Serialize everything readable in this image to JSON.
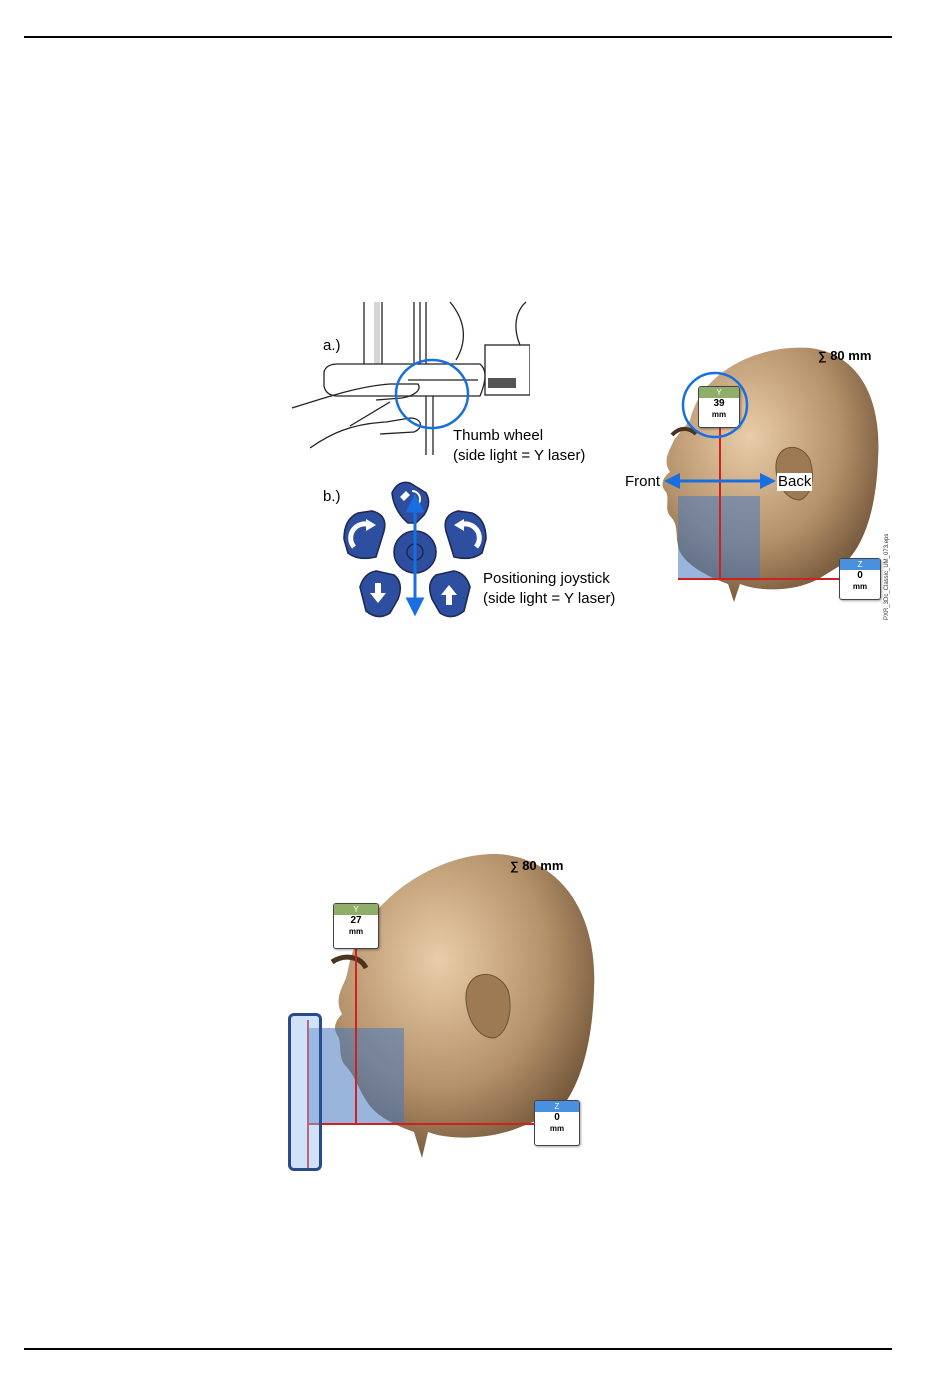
{
  "figure1": {
    "label_a": "a.)",
    "label_b": "b.)",
    "thumb_wheel": [
      "Thumb wheel",
      "(side light = Y laser)"
    ],
    "joystick": [
      "Positioning joystick",
      "(side light = Y laser)"
    ],
    "front": "Front",
    "back": "Back",
    "layer": "80 mm",
    "y_box": {
      "header": "Y",
      "value": "39",
      "unit": "mm"
    },
    "z_box": {
      "header": "Z",
      "value": "0",
      "unit": "mm"
    },
    "file_ref": "PXR_3Dc_Classic_UM_073.eps"
  },
  "figure2": {
    "layer": "80 mm",
    "y_box": {
      "header": "Y",
      "value": "27",
      "unit": "mm"
    },
    "z_box": {
      "header": "Z",
      "value": "0",
      "unit": "mm"
    }
  },
  "colors": {
    "accent_blue": "#1a6fe0",
    "button_blue": "#2e4fa0",
    "y_header": "#8fae6a",
    "z_header": "#4a90e0",
    "laser_red": "#d02020"
  }
}
